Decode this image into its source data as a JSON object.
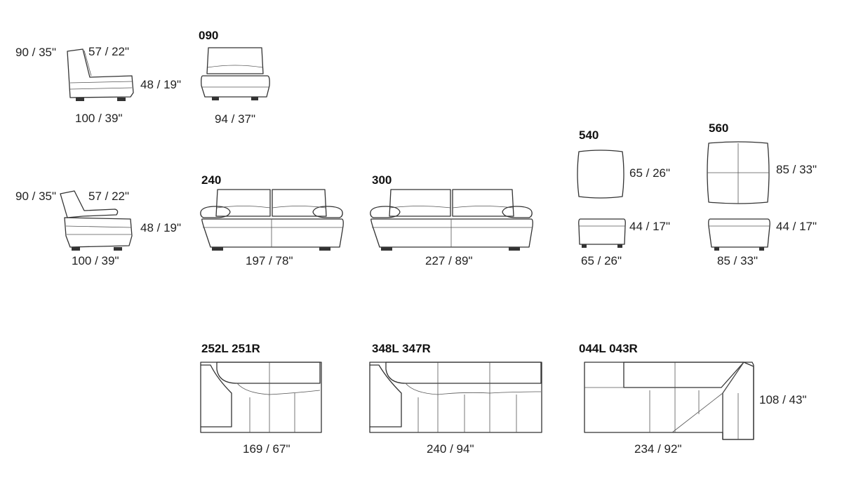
{
  "modules": {
    "m090": {
      "code": "090",
      "width": "94 / 37\""
    },
    "m240": {
      "code": "240",
      "width": "197 / 78\""
    },
    "m300": {
      "code": "300",
      "width": "227 / 89\""
    },
    "m540": {
      "code": "540",
      "depth": "65 / 26\"",
      "height": "44 / 17\"",
      "width": "65 / 26\""
    },
    "m560": {
      "code": "560",
      "depth": "85 / 33\"",
      "height": "44 / 17\"",
      "width": "85 / 33\""
    },
    "m252": {
      "code": "252L 251R",
      "width": "169 / 67\""
    },
    "m348": {
      "code": "348L 347R",
      "width": "240 / 94\""
    },
    "m044": {
      "code": "044L 043R",
      "width": "234 / 92\"",
      "depth": "108 / 43\""
    }
  },
  "side_views": [
    {
      "height": "90 / 35\"",
      "seat_depth": "57 / 22\"",
      "arm_height": "48 / 19\"",
      "depth": "100 / 39\""
    },
    {
      "height": "90 / 35\"",
      "seat_depth": "57 / 22\"",
      "arm_height": "48 / 19\"",
      "depth": "100 / 39\""
    }
  ]
}
